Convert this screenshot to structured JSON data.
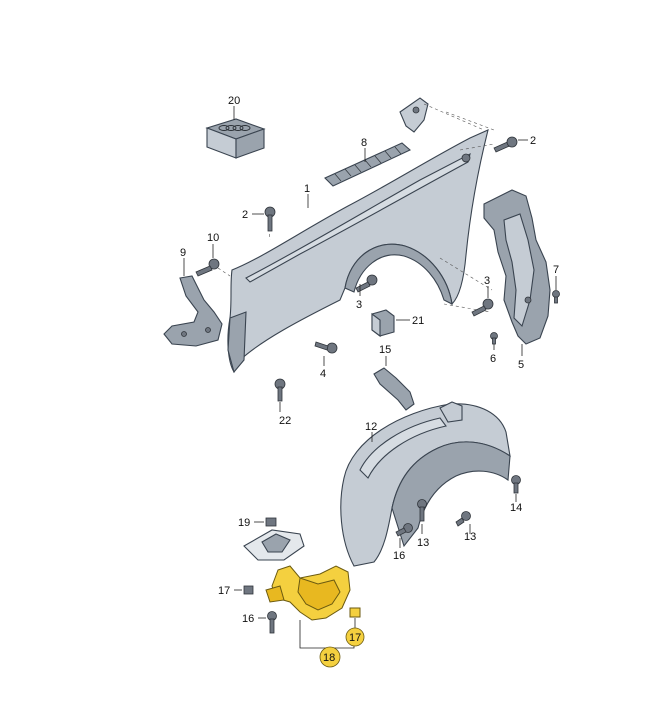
{
  "callouts": {
    "c1": "1",
    "c2a": "2",
    "c2b": "2",
    "c3a": "3",
    "c3b": "3",
    "c4": "4",
    "c5": "5",
    "c6": "6",
    "c7": "7",
    "c8": "8",
    "c9": "9",
    "c10": "10",
    "c12": "12",
    "c13a": "13",
    "c13b": "13",
    "c14": "14",
    "c15": "15",
    "c16a": "16",
    "c16b": "16",
    "c17a": "17",
    "c17b": "17",
    "c18": "18",
    "c19": "19",
    "c20": "20",
    "c21": "21",
    "c22": "22"
  },
  "colors": {
    "highlight": "#f4d03f",
    "part_fill": "#c5ccd4",
    "part_stroke": "#3a4450"
  },
  "highlighted_parts": [
    "17",
    "18"
  ]
}
